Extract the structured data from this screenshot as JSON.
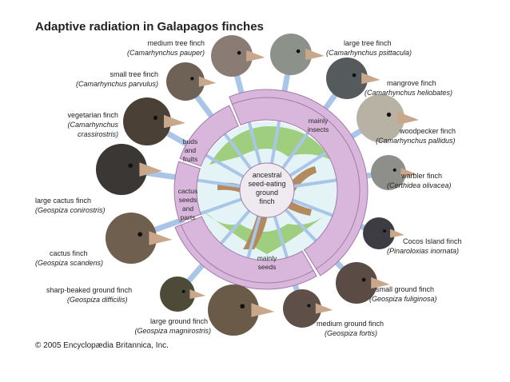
{
  "title": "Adaptive radiation in Galapagos finches",
  "credit": "© 2005 Encyclopædia Britannica, Inc.",
  "center": {
    "lines": [
      "ancestral",
      "seed-eating",
      "ground",
      "finch"
    ]
  },
  "diet_groups": [
    {
      "id": "insects",
      "lines": [
        "mainly",
        "insects"
      ]
    },
    {
      "id": "buds",
      "lines": [
        "buds",
        "and",
        "fruits"
      ]
    },
    {
      "id": "cactus",
      "lines": [
        "cactus",
        "seeds",
        "and",
        "parts"
      ]
    },
    {
      "id": "seeds",
      "lines": [
        "mainly",
        "seeds"
      ]
    }
  ],
  "finches": [
    {
      "common": "medium tree finch",
      "scientific": "(Camarhynchus pauper)",
      "color": "#8a7b74"
    },
    {
      "common": "small tree finch",
      "scientific": "(Camarhynchus parvulus)",
      "color": "#6e6257"
    },
    {
      "common": "vegetarian finch",
      "scientific_lines": [
        "(Camarhynchus",
        "crassirostris)"
      ],
      "color": "#4a4036"
    },
    {
      "common": "large cactus finch",
      "scientific": "(Geospiza conirostris)",
      "color": "#3a3734"
    },
    {
      "common": "cactus finch",
      "scientific": "(Geospiza scandens)",
      "color": "#6e5f4f"
    },
    {
      "common": "sharp-beaked ground finch",
      "scientific": "(Geospiza difficilis)",
      "color": "#4d4a38"
    },
    {
      "common": "large ground finch",
      "scientific": "(Geospiza magnirostris)",
      "color": "#6a5a48"
    },
    {
      "common": "medium ground finch",
      "scientific": "(Geospiza fortis)",
      "color": "#5e5048"
    },
    {
      "common": "small ground finch",
      "scientific": "(Geospiza fuliginosa)",
      "color": "#5a4b45"
    },
    {
      "common": "Cocos Island finch",
      "scientific": "(Pinaroloxias inornata)",
      "color": "#3c3c42"
    },
    {
      "common": "warbler finch",
      "scientific": "(Certhidea olivacea)",
      "color": "#8e8e8a"
    },
    {
      "common": "woodpecker finch",
      "scientific": "(Camarhynchus pallidus)",
      "color": "#b8b2a4"
    },
    {
      "common": "mangrove finch",
      "scientific": "(Camarhynchus heliobates)",
      "color": "#555a5c"
    },
    {
      "common": "large tree finch",
      "scientific": "(Camarhynchus psittacula)",
      "color": "#8c918a"
    }
  ],
  "colors": {
    "ring": "#d9b6dc",
    "ring_stroke": "#a27aa8",
    "connector": "#a9c6e8",
    "sky": "#e4f3f6",
    "foliage": "#9fce7e",
    "trunk": "#b38a5e",
    "center_fill": "#eeeaf0"
  }
}
